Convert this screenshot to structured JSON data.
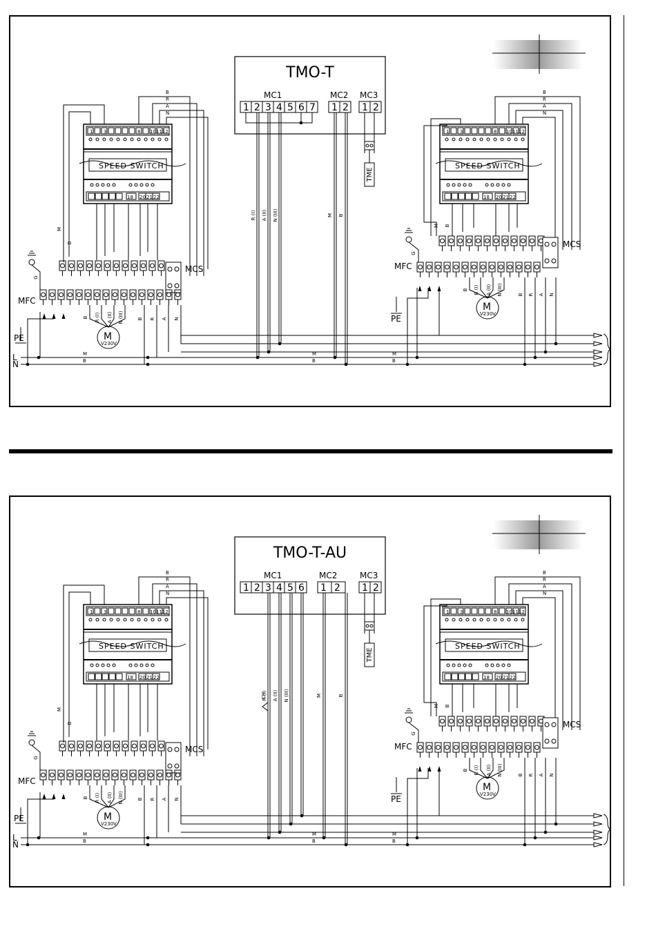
{
  "diagrams": [
    {
      "id": "top",
      "title": "TMO-T",
      "connectors": [
        {
          "label": "MC1",
          "pins": [
            "1",
            "2",
            "3",
            "4",
            "5",
            "6",
            "7"
          ]
        },
        {
          "label": "MC2",
          "pins": [
            "1",
            "2"
          ]
        },
        {
          "label": "MC3",
          "pins": [
            "1",
            "2"
          ]
        }
      ],
      "center_wires": [
        "R (I)",
        "A (II)",
        "N (III)",
        "M",
        "B"
      ],
      "sensor_label": "TME",
      "has_ch_switch": false
    },
    {
      "id": "bottom",
      "title": "TMO-T-AU",
      "connectors": [
        {
          "label": "MC1",
          "pins": [
            "1",
            "2",
            "3",
            "4",
            "5",
            "6"
          ]
        },
        {
          "label": "MC2",
          "pins": [
            "1",
            "2"
          ]
        },
        {
          "label": "MC3",
          "pins": [
            "1",
            "2"
          ]
        }
      ],
      "center_wires": [
        "R (I)",
        "A (II)",
        "N (III)",
        "M",
        "B"
      ],
      "ch_label": "CH",
      "sensor_label": "TME",
      "has_ch_switch": true
    }
  ],
  "unit": {
    "speed_switch": "SPEED SWITCH",
    "top_terminals_left": [
      "1",
      "3"
    ],
    "top_terminals_right": [
      "8",
      "10",
      "11",
      "12"
    ],
    "bottom_terminals": [
      "18",
      "20",
      "21",
      "22"
    ],
    "wire_top_labels": [
      "B",
      "R",
      "A",
      "N"
    ],
    "wire_mid_labels": [
      "M",
      "B"
    ],
    "motor_letter": "M",
    "motor_voltage": "V230V",
    "motor_wires": [
      "B",
      "R (I)",
      "A (II)",
      "N (III)"
    ],
    "lower_wire_labels": [
      "B",
      "R",
      "A",
      "N"
    ],
    "earth_wire": "G",
    "mcs": "MCS",
    "mfc": "MFC",
    "pe": "PE"
  },
  "bus": {
    "L": "L",
    "N": "N",
    "m_label": "M",
    "b_label": "B"
  }
}
